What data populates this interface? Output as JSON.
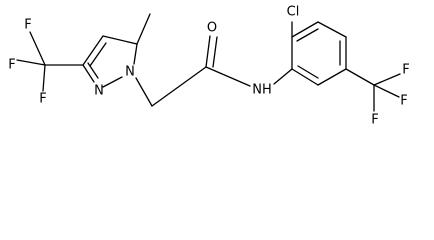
{
  "molecule": {
    "atom_labels": {
      "f1": "F",
      "f2": "F",
      "f3": "F",
      "n_pyrazole_1": "N",
      "n_pyrazole_2": "N",
      "o_carbonyl": "O",
      "nh_amide": "NH",
      "cl": "Cl",
      "f4": "F",
      "f5": "F",
      "f6": "F"
    }
  },
  "colors": {
    "bond": "#000000",
    "label": "#000000",
    "background": "#ffffff"
  }
}
